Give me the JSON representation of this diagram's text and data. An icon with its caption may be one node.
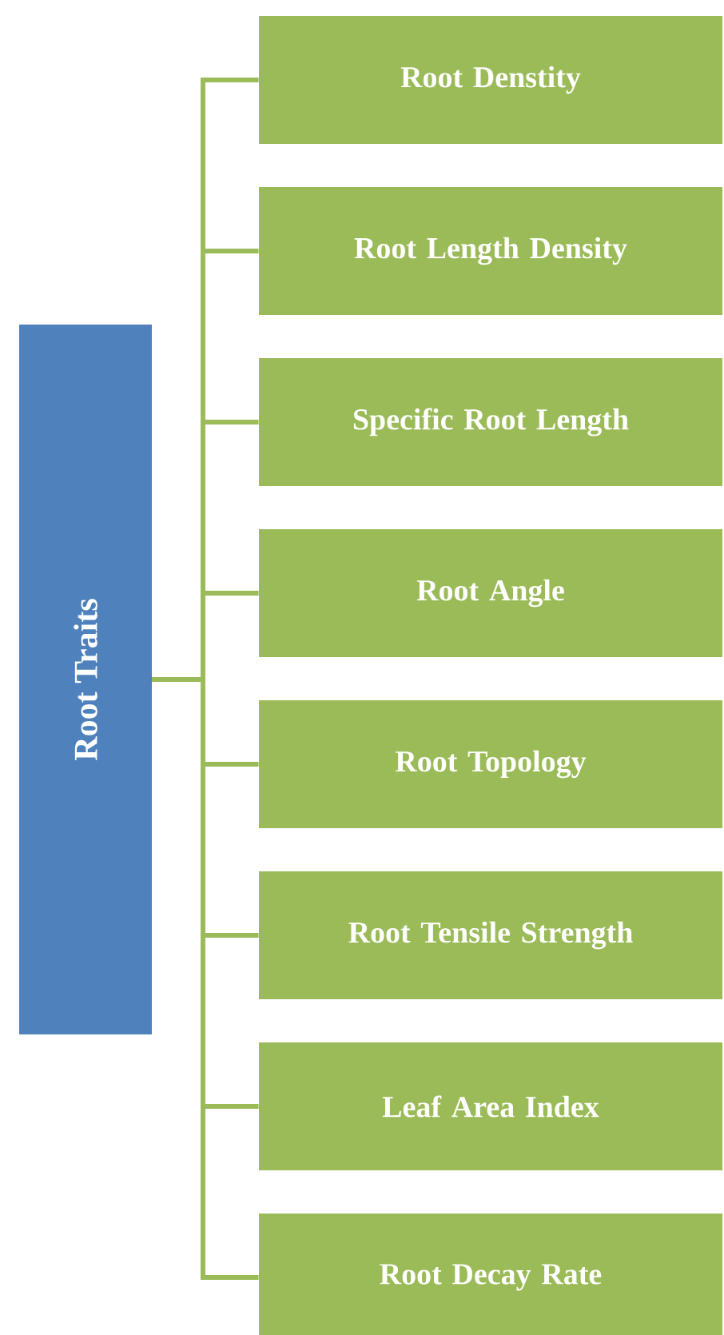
{
  "diagram": {
    "nodes": [
      {
        "text": [
          "Root Traits"
        ]
      },
      {
        "text": [
          "Root Denstity"
        ]
      },
      {
        "text": [
          "Root Length Density"
        ]
      },
      {
        "text": [
          "Specific Root Length"
        ]
      },
      {
        "text": [
          "Root Angle"
        ]
      },
      {
        "text": [
          "Root Topology"
        ]
      },
      {
        "text": [
          "Root Tensile Strength"
        ]
      },
      {
        "text": [
          "Leaf Area Index"
        ]
      },
      {
        "text": [
          "Root Decay Rate"
        ]
      }
    ],
    "edges": [
      {
        "from": 0,
        "to": 1,
        "arrow": "none"
      },
      {
        "from": 0,
        "to": 2,
        "arrow": "none"
      },
      {
        "from": 0,
        "to": 3,
        "arrow": "none"
      },
      {
        "from": 0,
        "to": 4,
        "arrow": "none"
      },
      {
        "from": 0,
        "to": 5,
        "arrow": "none"
      },
      {
        "from": 0,
        "to": 6,
        "arrow": "none"
      },
      {
        "from": 0,
        "to": 7,
        "arrow": "none"
      },
      {
        "from": 0,
        "to": 8,
        "arrow": "none"
      }
    ]
  }
}
